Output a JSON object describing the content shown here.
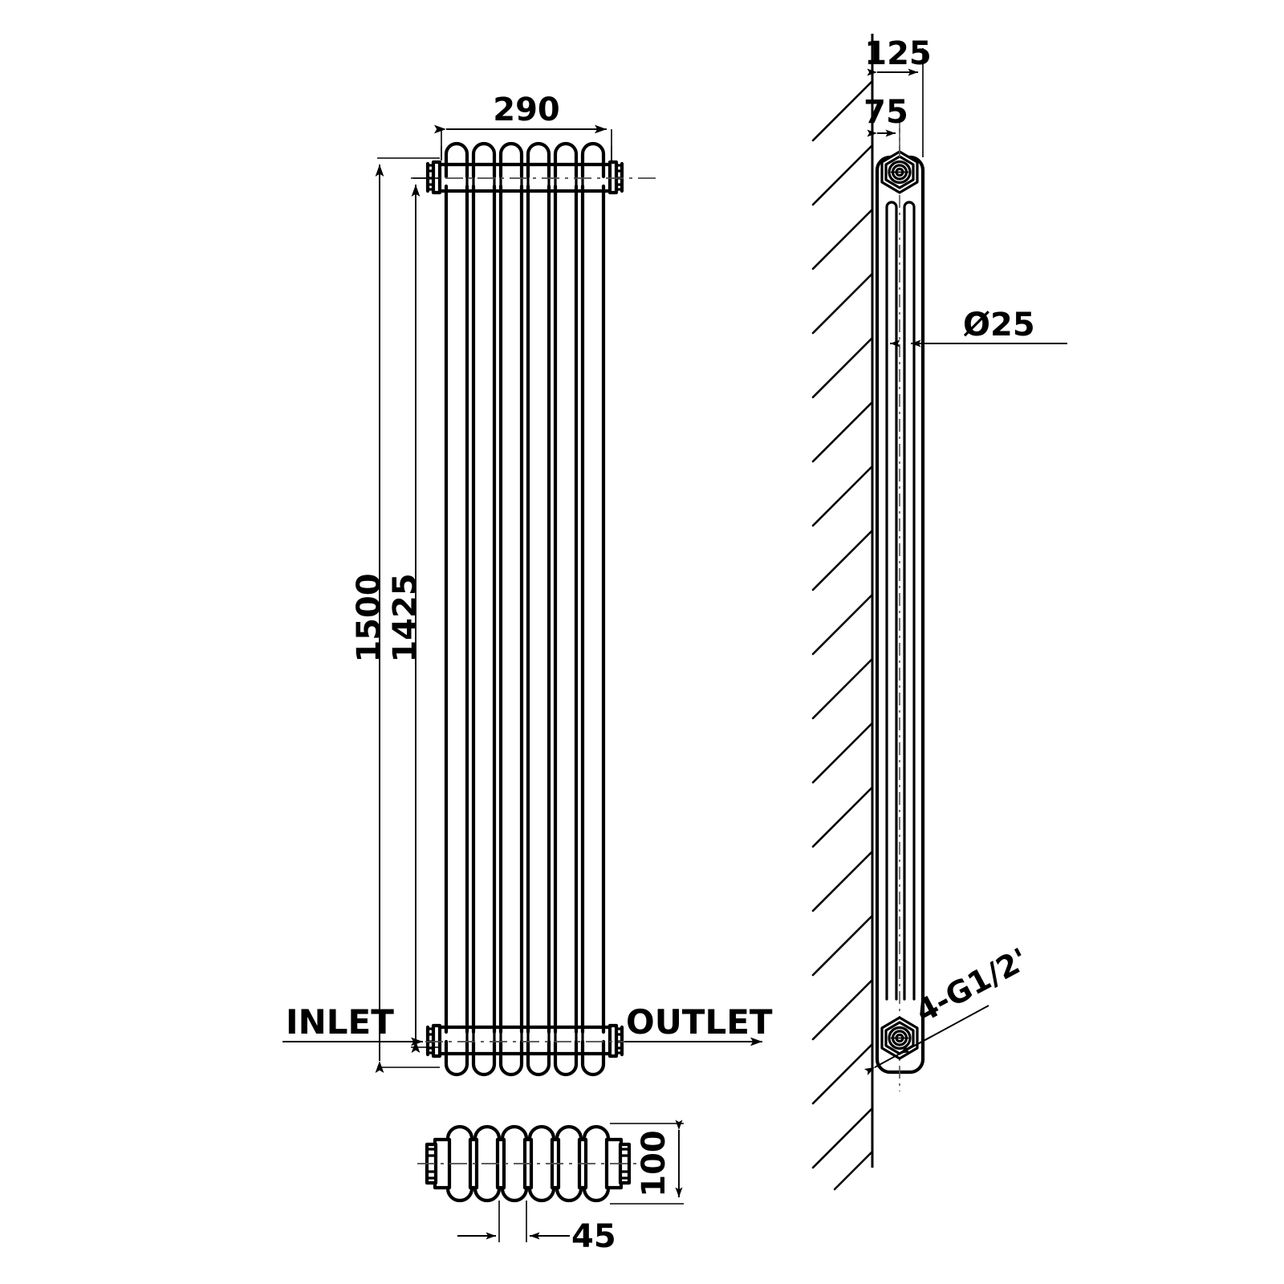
{
  "drawing": {
    "type": "technical-dimension-drawing",
    "subject": "vertical column radiator",
    "units": "mm",
    "views": [
      {
        "id": "front-view",
        "name": "Front elevation",
        "columns": 6
      },
      {
        "id": "side-view",
        "name": "Side section against wall"
      },
      {
        "id": "plan-view",
        "name": "Top plan view",
        "columns": 6
      }
    ]
  },
  "dimensions": {
    "width_overall": "290",
    "height_overall": "1500",
    "height_centres": "1425",
    "depth_overall": "125",
    "wall_to_centre": "75",
    "tube_diameter": "Ø25",
    "section_pitch": "45",
    "plan_depth": "100",
    "connection_thread": "4-G1/2'"
  },
  "flow_labels": {
    "inlet": "INLET",
    "outlet": "OUTLET"
  },
  "colors": {
    "line": "#000000",
    "centerline": "#4a4a4a",
    "background": "#ffffff"
  }
}
